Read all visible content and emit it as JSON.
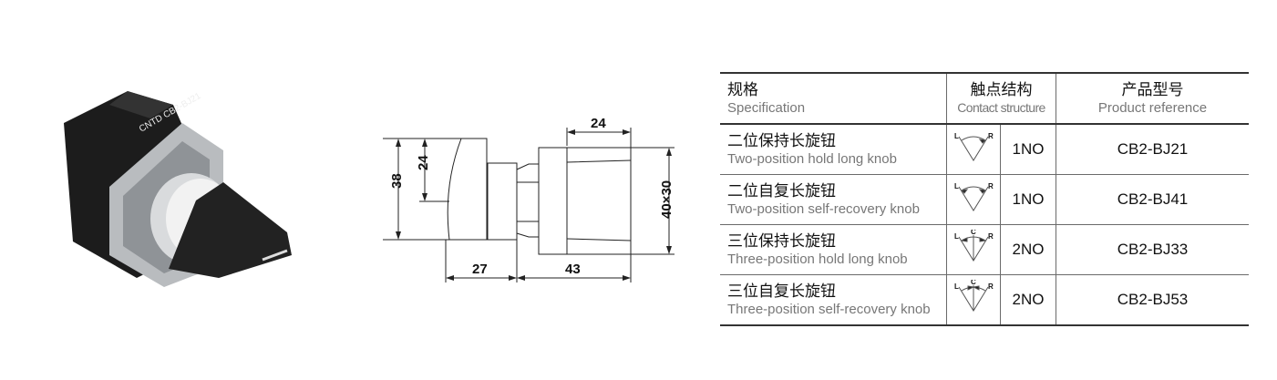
{
  "photo": {
    "label": "CNTD CB2-BJ21"
  },
  "drawing": {
    "dims": {
      "overall_height": "38",
      "knob_height": "24",
      "rear_depth": "24",
      "body_section": "40×30",
      "front_depth": "27",
      "rear_length": "43"
    }
  },
  "table": {
    "headers": {
      "spec_cn": "规格",
      "spec_en": "Specification",
      "contact_cn": "触点结构",
      "contact_en": "Contact structure",
      "ref_cn": "产品型号",
      "ref_en": "Product reference"
    },
    "rows": [
      {
        "cn": "二位保持长旋钮",
        "en": "Two-position hold long knob",
        "icon": "two-position-hold-icon",
        "contact": "1NO",
        "ref": "CB2-BJ21"
      },
      {
        "cn": "二位自复长旋钮",
        "en": "Two-position self-recovery knob",
        "icon": "two-position-return-icon",
        "contact": "1NO",
        "ref": "CB2-BJ41"
      },
      {
        "cn": "三位保持长旋钮",
        "en": "Three-position hold long knob",
        "icon": "three-position-hold-icon",
        "contact": "2NO",
        "ref": "CB2-BJ33"
      },
      {
        "cn": "三位自复长旋钮",
        "en": "Three-position self-recovery knob",
        "icon": "three-position-return-icon",
        "contact": "2NO",
        "ref": "CB2-BJ53"
      }
    ],
    "icon_labels": {
      "left": "L",
      "center": "C",
      "right": "R"
    }
  }
}
